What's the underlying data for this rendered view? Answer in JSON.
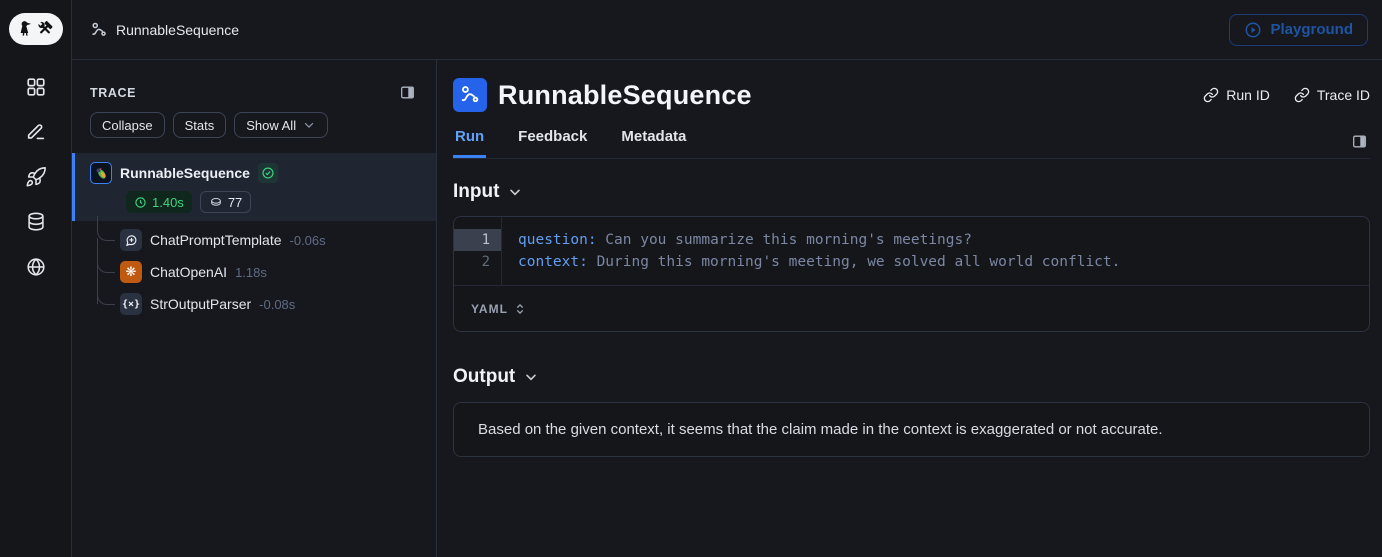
{
  "colors": {
    "accent_blue": "#3b82f6",
    "active_tab_blue": "#61a1f7",
    "success_green": "#3ed47f",
    "openai_orange": "#c05a11",
    "code_key_blue": "#639df1",
    "code_value_slate": "#7b87a3",
    "panel_border": "#272e3c"
  },
  "top_bar": {
    "breadcrumb": "RunnableSequence",
    "playground_button": "Playground"
  },
  "nav_rail": {
    "icons": [
      "langsmith-logo",
      "apps-grid",
      "annotate-pencil",
      "rocket",
      "database",
      "globe"
    ]
  },
  "trace_panel": {
    "title": "TRACE",
    "collapse_button": "Collapse",
    "stats_button": "Stats",
    "show_all_button": "Show All",
    "root": {
      "name": "RunnableSequence",
      "status": "success",
      "latency": "1.40s",
      "tokens": "77"
    },
    "children": [
      {
        "name": "ChatPromptTemplate",
        "latency": "-0.06s"
      },
      {
        "name": "ChatOpenAI",
        "latency": "1.18s"
      },
      {
        "name": "StrOutputParser",
        "latency": "-0.08s"
      }
    ]
  },
  "main": {
    "title": "RunnableSequence",
    "run_id_button": "Run ID",
    "trace_id_button": "Trace ID",
    "tabs": [
      {
        "label": "Run"
      },
      {
        "label": "Feedback"
      },
      {
        "label": "Metadata"
      }
    ],
    "active_tab": "Run",
    "input": {
      "heading": "Input",
      "lines": [
        {
          "num": "1",
          "key": "question:",
          "value": " Can you summarize this morning's meetings?"
        },
        {
          "num": "2",
          "key": "context:",
          "value": " During this morning's meeting, we solved all world conflict."
        }
      ],
      "format_selector": "YAML"
    },
    "output": {
      "heading": "Output",
      "text": "Based on the given context, it seems that the claim made in the context is exaggerated or not accurate."
    }
  }
}
